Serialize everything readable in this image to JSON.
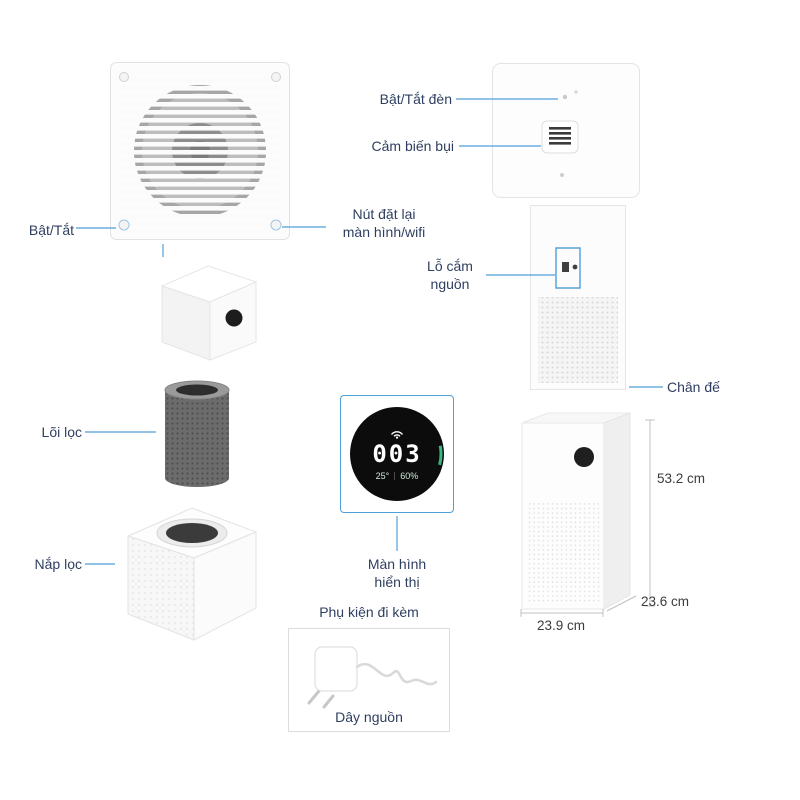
{
  "callouts": {
    "power": "Bật/Tắt",
    "light": "Bật/Tắt đèn",
    "dust_sensor": "Cảm biến bụi",
    "reset": "Nút đặt lại\nmàn hình/wifi",
    "power_socket": "Lỗ cắm\nnguồn",
    "base": "Chân đế",
    "filter_core": "Lõi lọc",
    "filter_cover": "Nắp lọc",
    "display": "Màn hình\nhiển thị",
    "accessories_title": "Phụ kiện đi kèm",
    "power_cord": "Dây nguồn"
  },
  "dimensions": {
    "height": "53.2 cm",
    "depth": "23.6 cm",
    "width": "23.9 cm"
  },
  "display_screen": {
    "pm_value": "003",
    "temperature": "25°",
    "humidity": "60%"
  },
  "colors": {
    "label_text": "#2f3f60",
    "callout_line": "#4f9fd8",
    "highlight_border": "#4f9fd8",
    "dimension_text": "#3c3c3c",
    "display_accent": "#35b97c"
  }
}
